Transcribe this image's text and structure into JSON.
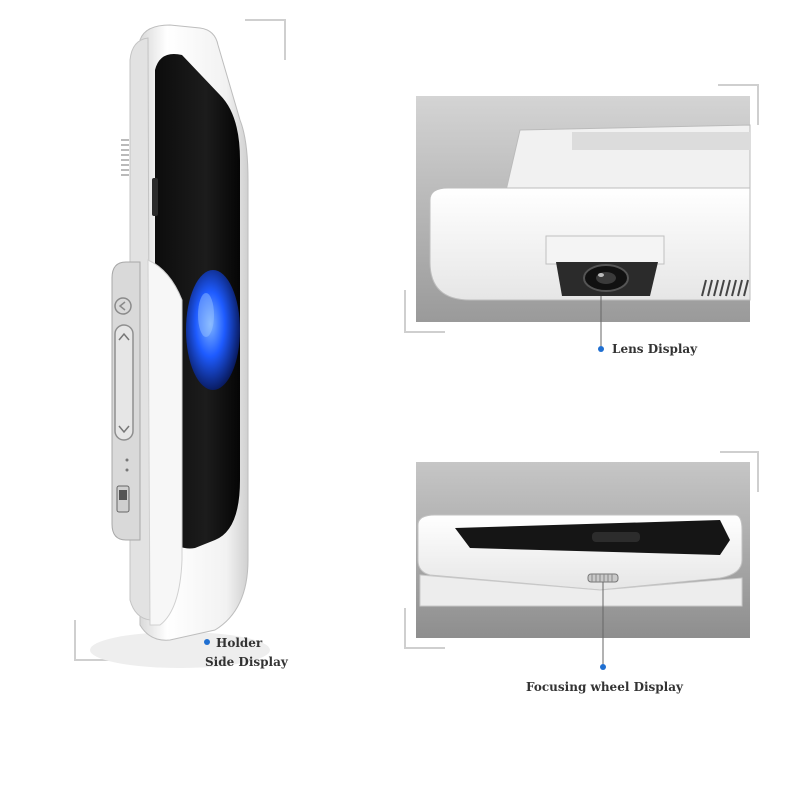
{
  "labels": {
    "holder_line1": "Holder",
    "holder_line2": "Side Display",
    "lens": "Lens Display",
    "focusing": "Focusing wheel Display"
  },
  "colors": {
    "accent_dot": "#1f6fd1",
    "device_white": "#f4f4f4",
    "screen_black": "#141414",
    "orb_blue": "#1e5bff",
    "panel_gray": "#c8c8c8"
  },
  "icons": {
    "back": "chevron-left-icon",
    "up": "chevron-up-icon",
    "down": "chevron-down-icon"
  }
}
